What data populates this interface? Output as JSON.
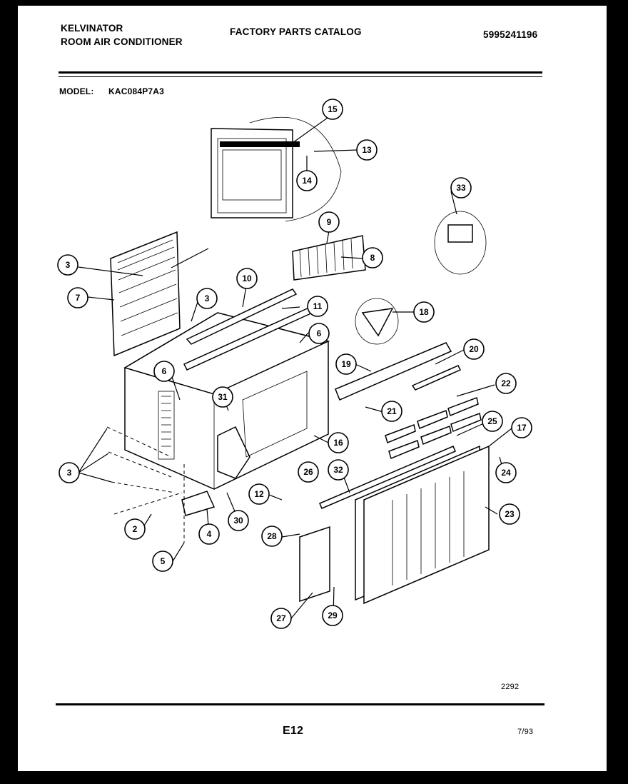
{
  "header": {
    "brand": "KELVINATOR",
    "product": "ROOM AIR CONDITIONER",
    "catalog": "FACTORY PARTS CATALOG",
    "catalog_number": "5995241196",
    "model_label": "MODEL:",
    "model_value": "KAC084P7A3"
  },
  "footer": {
    "drawing_number": "2292",
    "page": "E12",
    "date": "7/93"
  },
  "callouts": [
    "15",
    "13",
    "14",
    "33",
    "9",
    "3",
    "7",
    "8",
    "10",
    "3",
    "11",
    "18",
    "6",
    "20",
    "19",
    "6",
    "31",
    "22",
    "21",
    "25",
    "17",
    "16",
    "3",
    "32",
    "26",
    "24",
    "12",
    "30",
    "23",
    "2",
    "4",
    "28",
    "5",
    "27",
    "29"
  ]
}
